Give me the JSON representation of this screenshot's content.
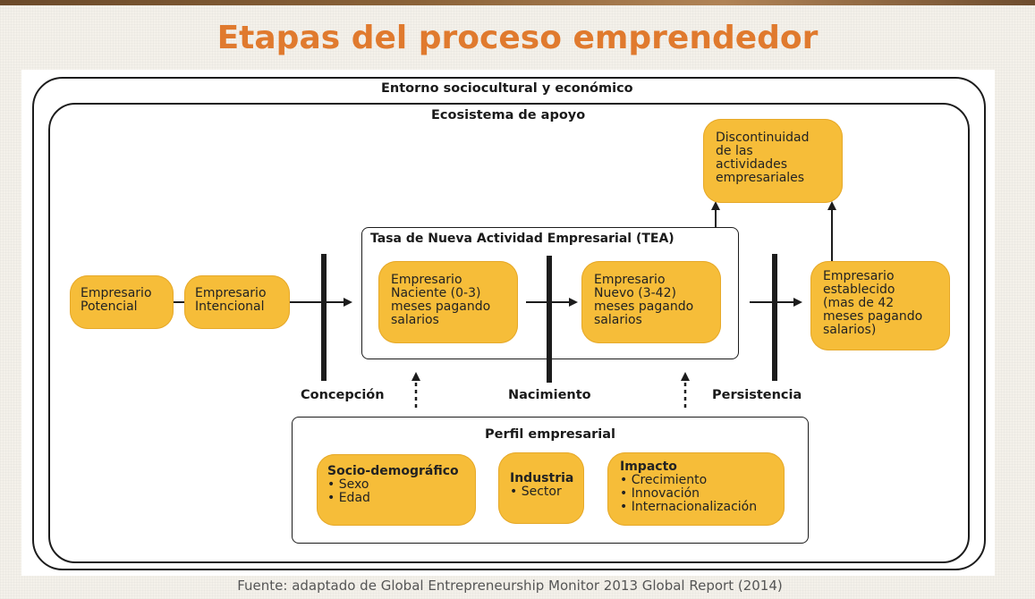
{
  "title": "Etapas del proceso emprendedor",
  "source": "Fuente: adaptado de Global Entrepreneurship Monitor 2013 Global Report (2014)",
  "diagram": {
    "outer_label": "Entorno sociocultural y económico",
    "inner_label": "Ecosistema de apoyo",
    "tea_label": "Tasa de Nueva Actividad Empresarial (TEA)",
    "stages": {
      "potencial": [
        "Empresario",
        "Potencial"
      ],
      "intencional": [
        "Empresario",
        "Intencional"
      ],
      "naciente": [
        "Empresario",
        "Naciente (0-3)",
        "meses pagando",
        "salarios"
      ],
      "nuevo": [
        "Empresario",
        "Nuevo (3-42)",
        "meses pagando",
        "salarios"
      ],
      "establecido": [
        "Empresario",
        "establecido",
        "(mas de 42",
        "meses pagando",
        "salarios)"
      ],
      "discontinuidad": [
        "Discontinuidad",
        "de las",
        "actividades",
        "empresariales"
      ]
    },
    "phases": [
      "Concepción",
      "Nacimiento",
      "Persistencia"
    ],
    "perfil": {
      "label": "Perfil empresarial",
      "groups": [
        {
          "heading": "Socio-demográfico",
          "items": [
            "• Sexo",
            "• Edad"
          ]
        },
        {
          "heading": "Industria",
          "items": [
            "• Sector"
          ]
        },
        {
          "heading": "Impacto",
          "items": [
            "• Crecimiento",
            "• Innovación",
            "• Internacionalización"
          ]
        }
      ]
    },
    "colors": {
      "box_fill": "#f6bd39",
      "title": "#e07a2e",
      "line": "#1c1c1c"
    }
  }
}
